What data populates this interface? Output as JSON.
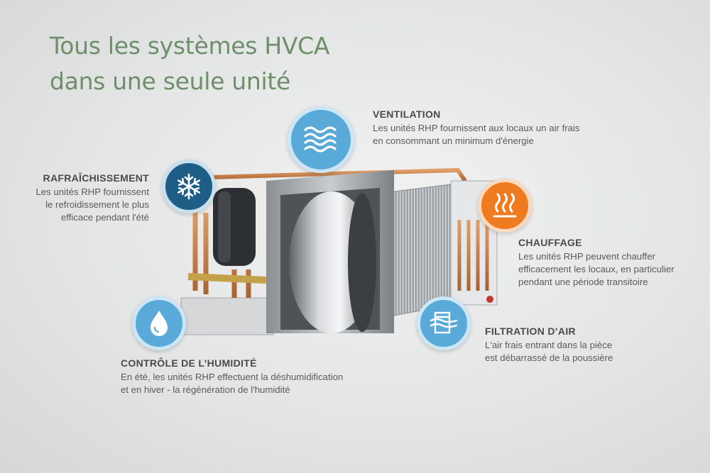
{
  "title": {
    "line1": "Tous les systèmes HVCA",
    "line2": "dans une seule unité"
  },
  "features": {
    "ventilation": {
      "heading": "VENTILATION",
      "lines": [
        "Les unités RHP fournissent aux locaux un air frais",
        "en consommant un minimum d'énergie"
      ],
      "icon": "airflow-waves-icon"
    },
    "cooling": {
      "heading": "RAFRAÎCHISSEMENT",
      "lines": [
        "Les unités RHP fournissent",
        "le refroidissement le plus",
        "efficace pendant l'été"
      ],
      "icon": "snowflake-icon"
    },
    "heating": {
      "heading": "CHAUFFAGE",
      "lines": [
        "Les unités RHP peuvent chauffer",
        "efficacement les locaux, en particulier",
        "pendant une période transitoire"
      ],
      "icon": "heat-waves-icon"
    },
    "filtration": {
      "heading": "FILTRATION D’AIR",
      "lines": [
        "L'air frais entrant dans la pièce",
        "est débarrassé de la poussière"
      ],
      "icon": "filter-icon"
    },
    "humidity": {
      "heading": "CONTRÔLE DE L’HUMIDITÉ",
      "lines": [
        "En été, les unités RHP effectuent la déshumidification",
        "et en hiver - la régénération de l'humidité"
      ],
      "icon": "water-drop-icon"
    }
  },
  "colors": {
    "title": "#6e8f6a",
    "icon_light_blue": "#5aaad9",
    "icon_dark_blue": "#1d5d86",
    "icon_orange": "#f07a20"
  }
}
